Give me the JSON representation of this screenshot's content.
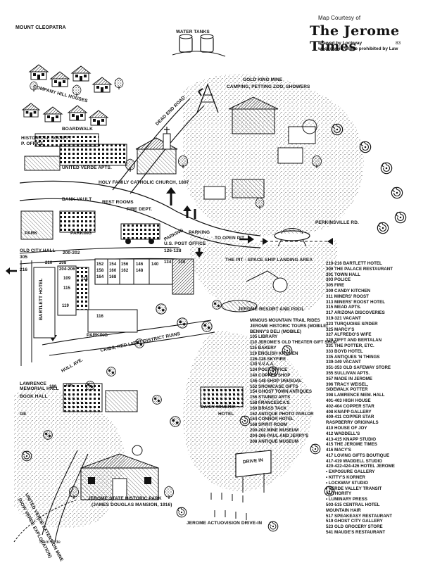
{
  "header": {
    "courtesy": "Map Courtesy of",
    "title": "The Jerome Times",
    "credit_line1": "Drawed by Lockway",
    "credit_line2": "who is void where prohibited by Law",
    "mark": "83"
  },
  "labels": {
    "mount_cleopatra": "MOUNT CLEOPATRA",
    "water_tanks": "WATER TANKS",
    "company_hill_houses": "COMPANY HILL HOUSES",
    "gold_king_mine": "GOLD KING MINE",
    "gold_king_sub": "CAMPING, PETTING ZOO, SHOWERS",
    "dead_end_road": "DEAD END ROAD",
    "boardwalk": "BOARDWALK",
    "historical_society": "HISTORICAL SOCIETY",
    "p_office": "P. OFFICE",
    "united_verde_apts": "UNITED VERDE APTS.",
    "holy_family": "HOLY FAMILY CATHOLIC CHURCH, 1897",
    "bank_vault": "BANK VAULT",
    "rest_rooms": "REST ROOMS",
    "fire_dept": "FIRE DEPT.",
    "park": "PARK",
    "parking1": "PARKING",
    "parking2": "PARKING",
    "parking3": "PARKING",
    "us_post_office": "U.S. POST OFFICE",
    "addr_126_128": "126-128",
    "to_open_pit": "TO OPEN PIT",
    "perkinsville_rd": "PERKINSVILLE RD.",
    "city_hall": "OLD CITY HALL",
    "addr_305": "305",
    "addr_200_202": "200-202",
    "addr_216": "216",
    "open_pit": "THE PIT - SPACE SHIP LANDING AREA",
    "bartlett_hotel": "BARTLETT HOTEL",
    "jerome_resort": "JEROME RESORT AND POOL",
    "cribs": "CRIBS, RED LIGHT DISTRICT RUINS",
    "hull_ave": "HULL AVE.",
    "lawrence_hall": "LAWRENCE MEMORIAL HALL",
    "book_hall": "BOOK HALL",
    "ge": "GE",
    "daisy_miners": "DAISY MINERS'",
    "hotel": "HOTEL",
    "state_park": "JEROME STATE HISTORIC PARK",
    "douglas_mansion": "(JAMES DOUGLAS MANSION, 1916)",
    "drive_in": "JEROME ACTUOVISION DRIVE-IN",
    "drive_in_sign": "DRIVE IN",
    "extension_mine": "UNITED VERDE EXTENSION MINE",
    "extension_sub": "(NOW VERDE EXPLORATION)",
    "tram_ride": "Tram Ride",
    "bldg_numbers": [
      "152",
      "154",
      "156",
      "158",
      "160",
      "162",
      "164",
      "168",
      "146",
      "148",
      "140",
      "134",
      "130",
      "116",
      "115",
      "119",
      "204-206",
      "208",
      "210",
      "109",
      "114",
      "198",
      "196"
    ]
  },
  "directory_middle": [
    "MINGUS MOUNTAIN TRAIL RIDES",
    "JEROME HISTORIC TOURS (MOBILE)",
    "BENNY'S DELI (MOBILE)",
    "105 LIBRARY",
    "110 JEROME'S OLD THEATER GIFT SHOP",
    "115 BAKERY",
    "119 ENGLISH KITCHEN",
    "126-128 SKYFIRE",
    "130 V.V.A.A.",
    "134 POST OFFICE",
    "140 COPPER SHOP",
    "146-148 SHOP UNUSUAL",
    "152 SHOWCASE GIFTS",
    "154 GHOST TOWN ANTIQUES",
    "156 STAINED ARTS",
    "158 FRANCESCA'S",
    "160 BRASS TACK",
    "162 ANTIQUE PHOTO PARLOR",
    "164 CONNOR HOTEL",
    "168 SPIRIT ROOM",
    "200-202 MINE MUSEUM",
    "204-206 PAUL AND JERRY'S",
    "208 ANTIQUE MUSEUM"
  ],
  "directory_right": [
    "210-216 BARTLETT HOTEL",
    "300 THE PALACE RESTAURANT",
    "301 TOWN HALL",
    "303 POLICE",
    "305 FIRE",
    "309 CANDY KITCHEN",
    "311 MINERS' ROOST",
    "313 MINERS' ROOST HOTEL",
    "315 MEAD APTS.",
    "317 ARIZONA DISCOVERIES",
    "319-321 VACANT",
    "323 TURQUOISE SPIDER",
    "325 MARCY'S",
    "327 ALFREDO'S   WIFE",
    "329 TIFFT AND BERTALAN",
    "331 THE POTTER, ETC.",
    "333 BOYD HOTEL",
    "335 ANTIQUES 'N THINGS",
    "339-349 VACANT",
    "351-353 OLD SAFEWAY STORE",
    "355 SULLIVAN APTS.",
    "357 MADE IN JEROME",
    "396 TRACY WEISEL,",
    "       SIDEWALK POTTER",
    "398 LAWRENCE MEM. HALL",
    "401-403 HIGH HOUSE",
    "402-404 COPPER STAR",
    "408 KNAPP GALLERY",
    "409-411 COPPER STAR",
    "       RASPBERRY ORIGINALS",
    "410 HOUSE OF JOY",
    "412 WADDELL'S",
    "413-415 KNAPP STUDIO",
    "415 THE JEROME TIMES",
    "416 MACY'S",
    "417 LOVING GIFTS BOUTIQUE",
    "417-419 WADDELL STUDIO",
    "420-422-424-426 HOTEL JEROME",
    "• EXPOSURE GALLERY",
    "• KITTY'S KORNER",
    "• LOCKWAY STUDIO",
    "• VERDE VALLEY TRANSIT",
    "     AUTHORITY",
    "• LUMINARY PRESS",
    "503-515 CENTRAL HOTEL",
    "          MOUNTAIN HAIR",
    "517 SPEAKEASY RESTAURANT",
    "519 GHOST CITY GALLERY",
    "523 OLD GROCERY STORE",
    "541 MAUDE'S RESTAURANT"
  ]
}
